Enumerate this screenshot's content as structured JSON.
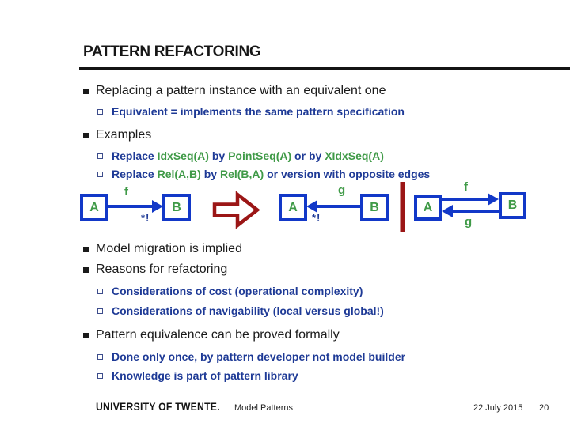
{
  "slide": {
    "title": "PATTERN REFACTORING"
  },
  "bullets": {
    "replacing": "Replacing a pattern instance with an equivalent one",
    "equivalent": "Equivalent = implements the same pattern specification",
    "examples": "Examples",
    "migration": "Model migration is implied",
    "reasons": "Reasons for refactoring",
    "cost": "Considerations of cost (operational complexity)",
    "navigability": "Considerations of navigability (local versus global!)",
    "equivalence": "Pattern equivalence can be proved formally",
    "done_once": "Done only once, by pattern developer not model builder",
    "knowledge": "Knowledge is part of pattern library"
  },
  "example1": {
    "s1": "Replace ",
    "s2": "IdxSeq(A)",
    "s3": " by ",
    "s4": "PointSeq(A)",
    "s5": " or by ",
    "s6": "XIdxSeq(A)"
  },
  "example2": {
    "s1": "Replace ",
    "s2": "Rel(A,B)",
    "s3": " by ",
    "s4": "Rel(B,A)",
    "s5": " or version with opposite edges"
  },
  "diagram": {
    "left": {
      "box_a": "A",
      "box_b": "B",
      "edge_label": "f",
      "multiplicity": "*!"
    },
    "middle": {
      "box_a": "A",
      "box_b": "B",
      "edge_label": "g",
      "multiplicity": "*!"
    },
    "right": {
      "box_a": "A",
      "box_b": "B",
      "top_edge_label": "f",
      "bottom_edge_label": "g"
    }
  },
  "footer": {
    "logo": "UNIVERSITY OF TWENTE.",
    "deck_title": "Model Patterns",
    "date": "22 July 2015",
    "page_number": "20"
  },
  "colors": {
    "text_black": "#1a1a1a",
    "sub_bullet_navy": "#1e3a96",
    "pattern_green": "#3f9a47",
    "box_arrow_blue": "#1238c8",
    "accent_dark_red": "#9b1616",
    "background": "#ffffff"
  }
}
